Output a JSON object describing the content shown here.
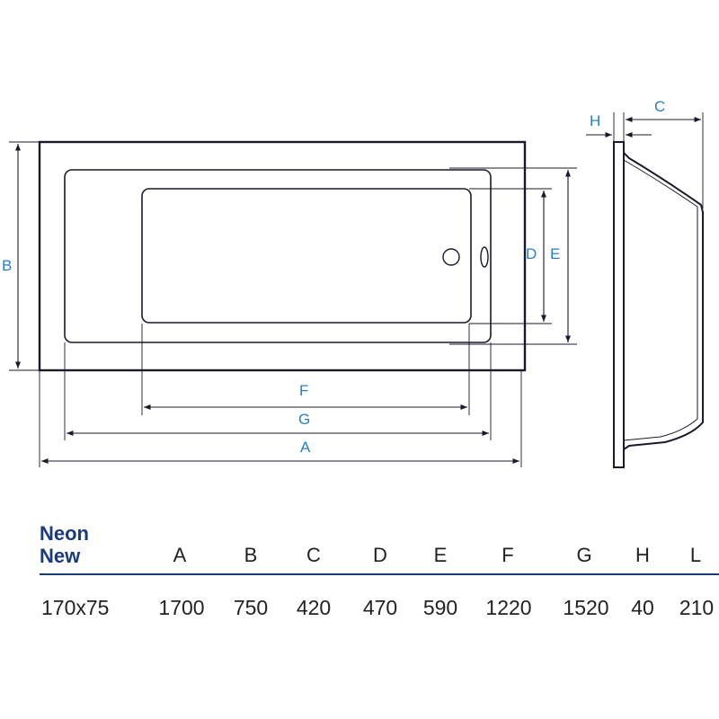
{
  "dimension_labels": {
    "A": "A",
    "B": "B",
    "C": "C",
    "D": "D",
    "E": "E",
    "F": "F",
    "G": "G",
    "H": "H"
  },
  "table": {
    "model_line1": "Neon",
    "model_line2": "New",
    "headers": [
      "A",
      "B",
      "C",
      "D",
      "E",
      "F",
      "G",
      "H",
      "L"
    ],
    "rows": [
      {
        "size": "170x75",
        "values": [
          "1700",
          "750",
          "420",
          "470",
          "590",
          "1220",
          "1520",
          "40",
          "210"
        ]
      }
    ]
  },
  "colors": {
    "line": "#1a1a2a",
    "dimension": "#2a7fc0",
    "table_title": "#1b3a78",
    "text": "#222222"
  }
}
